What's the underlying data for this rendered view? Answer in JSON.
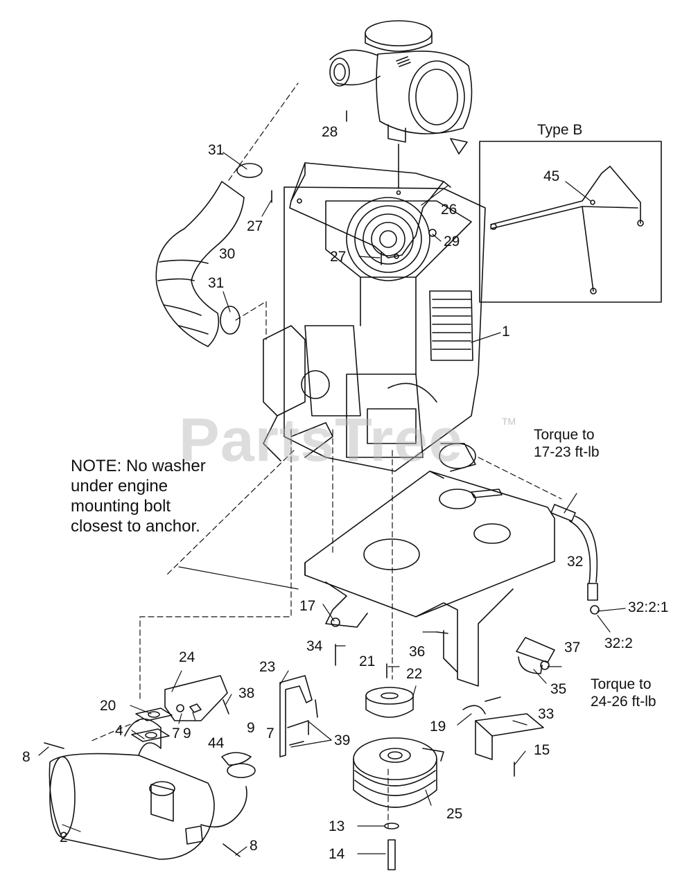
{
  "watermark": {
    "text": "PartsTree",
    "trademark": "TM",
    "color": "#bdbdbd"
  },
  "type_b": {
    "title": "Type B",
    "part": "45"
  },
  "note": {
    "line1": "NOTE: No washer",
    "line2": "under engine",
    "line3": "mounting bolt",
    "line4": "closest to anchor."
  },
  "torque_fitting": {
    "line1": "Torque to",
    "line2": "17-23 ft-lb"
  },
  "torque_hose_end": {
    "line1": "Torque to",
    "line2": "24-26 ft-lb"
  },
  "callouts": {
    "p1": "1",
    "p2": "2",
    "p4": "4",
    "p7a": "7",
    "p7b": "7",
    "p8a": "8",
    "p8b": "8",
    "p9a": "9",
    "p9b": "9",
    "p13": "13",
    "p14": "14",
    "p15": "15",
    "p17": "17",
    "p19": "19",
    "p20": "20",
    "p21": "21",
    "p22": "22",
    "p23": "23",
    "p24": "24",
    "p25": "25",
    "p26": "26",
    "p27a": "27",
    "p27b": "27",
    "p28": "28",
    "p29": "29",
    "p30": "30",
    "p31a": "31",
    "p31b": "31",
    "p32": "32",
    "p32_2_1": "32:2:1",
    "p32_2": "32:2",
    "p33": "33",
    "p34": "34",
    "p35": "35",
    "p36": "36",
    "p37": "37",
    "p38": "38",
    "p39": "39",
    "p44": "44"
  }
}
